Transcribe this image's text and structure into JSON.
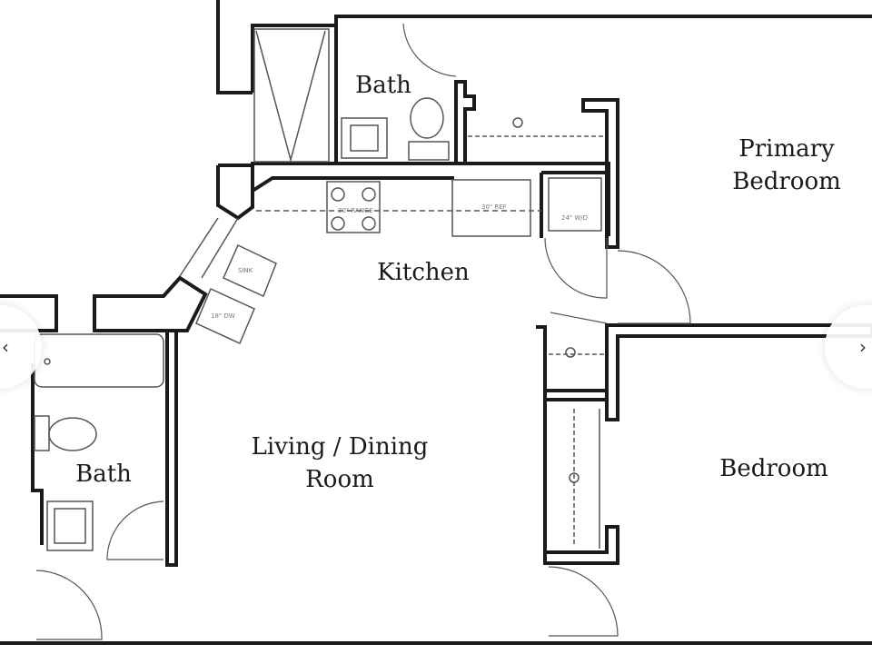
{
  "rooms": {
    "bath_top": "Bath",
    "primary_bedroom_line1": "Primary",
    "primary_bedroom_line2": "Bedroom",
    "kitchen": "Kitchen",
    "living_line1": "Living / Dining",
    "living_line2": "Room",
    "bath_left": "Bath",
    "bedroom": "Bedroom"
  },
  "annotations": {
    "range": "30\" RANGE",
    "fridge": "30\" REF",
    "dw": "24\" W/D",
    "sink": "SINK",
    "dw_corner": "18\" DW"
  },
  "navigation": {
    "prev_icon": "chevron-left-icon",
    "next_icon": "chevron-right-icon"
  },
  "colors": {
    "wall": "#1a1a1a",
    "fixture": "#555555",
    "background": "#ffffff"
  }
}
